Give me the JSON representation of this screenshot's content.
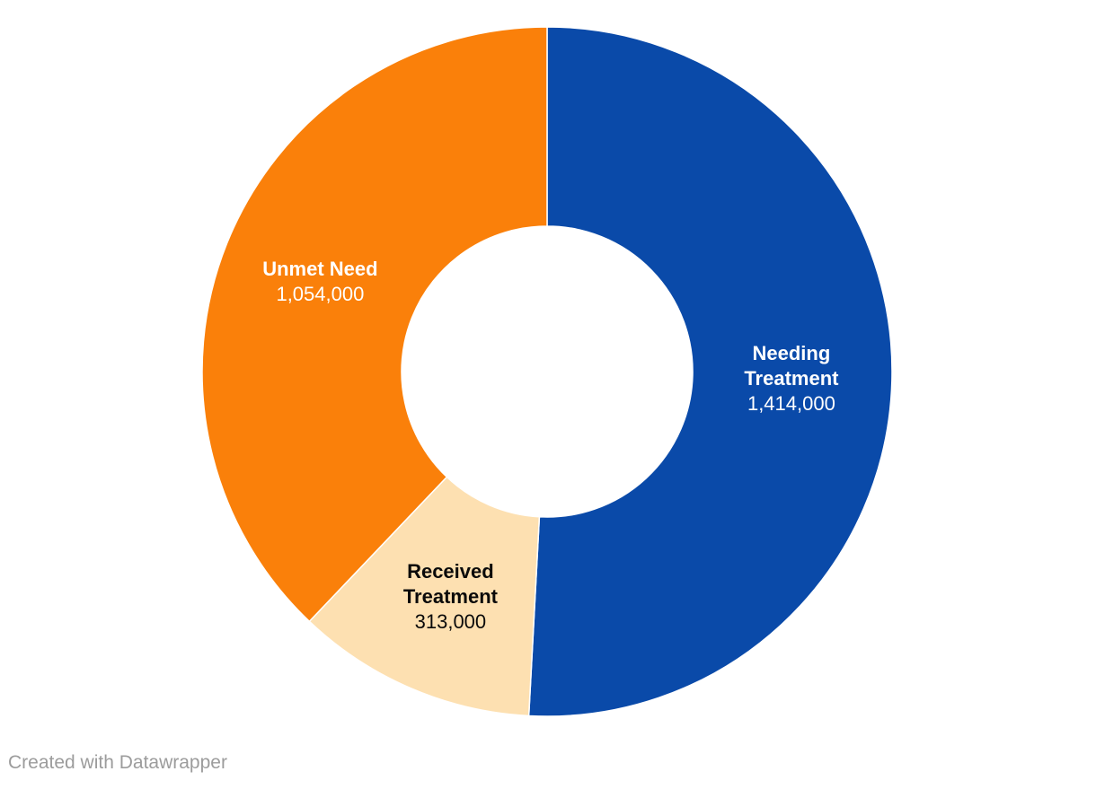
{
  "page": {
    "background": "#ffffff"
  },
  "chart_data": {
    "type": "pie",
    "subtype": "donut",
    "title": "",
    "start_angle_deg": 0,
    "direction": "clockwise",
    "inner_radius_ratio": 0.42,
    "total": 2781000,
    "legend_position": "labels-inside-slices",
    "segments": [
      {
        "label": "Needing Treatment",
        "label_lines": [
          "Needing",
          "Treatment"
        ],
        "value": 1414000,
        "value_label": "1,414,000",
        "color": "#0a4aa9",
        "label_color": "#ffffff"
      },
      {
        "label": "Received Treatment",
        "label_lines": [
          "Received",
          "Treatment"
        ],
        "value": 313000,
        "value_label": "313,000",
        "color": "#fde0b1",
        "label_color": "#0a0a0a"
      },
      {
        "label": "Unmet Need",
        "label_lines": [
          "Unmet Need"
        ],
        "value": 1054000,
        "value_label": "1,054,000",
        "color": "#fa800a",
        "label_color": "#ffffff"
      }
    ]
  },
  "footer": {
    "attribution": "Created with Datawrapper"
  }
}
